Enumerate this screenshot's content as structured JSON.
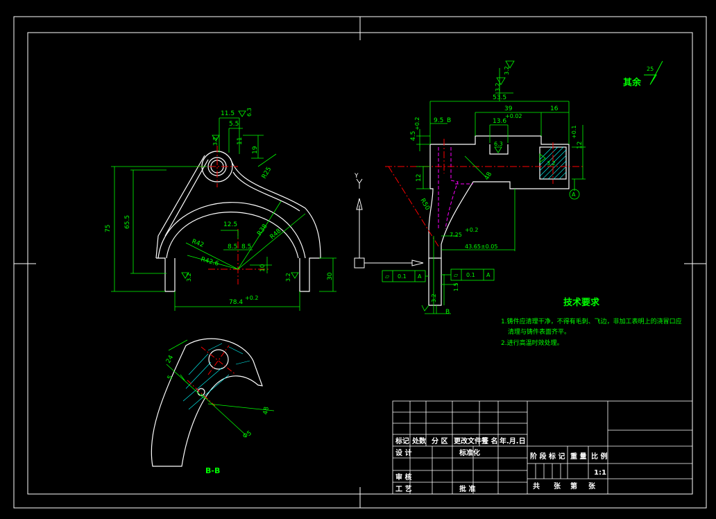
{
  "colors": {
    "background": "#000000",
    "outline": "#ffffff",
    "dimension": "#00ff00",
    "centerline": "#ff0000",
    "hidden": "#ff00ff",
    "hatch": "#00ffff"
  },
  "front_view": {
    "dims": {
      "d11_5": "11.5",
      "d5_5": "5.5",
      "d11": "11",
      "d19": "19",
      "d75": "75",
      "d65_5": "65.5",
      "r25": "R25",
      "d12_5": "12.5",
      "r42": "R42",
      "r42_6": "R42.6",
      "d8_5a": "8.5",
      "d8_5b": "8.5",
      "r38": "R38",
      "r48": "R48",
      "d10": "10",
      "d78_4": "78.4",
      "d78_4_tol": "+0.2",
      "d30": "30",
      "s3_2a": "3.2",
      "s3_2b": "3.2",
      "s3_2c": "3.2",
      "s6_3": "6.3"
    }
  },
  "side_view": {
    "dims": {
      "d53_5": "53.5",
      "d39": "39",
      "d16": "16",
      "d9_5": "9.5",
      "d13_6": "13.6",
      "d13_6_tol": "+0.02",
      "d4_5": "4.5",
      "d4_5_tol": "+0.2",
      "d12": "12",
      "d48": "48",
      "d12_h": "12",
      "d12_h_tol": "+0.1",
      "r50": "R50",
      "d7_25": "7.25",
      "d7_25_tol": "+0.2",
      "d43_65": "43.65±0.05",
      "d1_5": "1.5",
      "s3_2a": "3.2",
      "s3_2b": "3.2",
      "s6_3": "6.3",
      "s3_2c": "3.2",
      "s3_2d": "3.2",
      "label_b_top": "B",
      "label_b_bottom": "B",
      "datum_a": "A"
    },
    "tol_left": {
      "value": "0.1",
      "datum": "A"
    },
    "tol_right": {
      "value": "0.1",
      "datum": "A"
    }
  },
  "axes": {
    "y_label": "Y"
  },
  "section_view": {
    "label": "B-B",
    "dims": {
      "d24": "24",
      "d48": "48",
      "d5": "5",
      "d8": "Φ5"
    }
  },
  "roughness_other": {
    "label": "其余",
    "value": "25"
  },
  "tech_requirements": {
    "title": "技术要求",
    "line1": "1.铸件应清理干净，不得有毛刺、飞边，非加工表明上的浇冒口应",
    "line2": "清理与铸件表面齐平。",
    "line3": "2.进行高温时效处理。"
  },
  "title_block": {
    "biaoji": "标记",
    "chushu": "处数",
    "fenqu": "分 区",
    "genggai": "更改文件号",
    "qianming": "签 名",
    "nianyueri": "年.月.日",
    "sheji": "设 计",
    "biaozhunhua": "标准化",
    "jieduan": "阶 段 标 记",
    "zhongliang": "重 量",
    "bili": "比 例",
    "bili_value": "1:1",
    "shenhe": "审 核",
    "gongyi": "工 艺",
    "pizhun": "批 准",
    "gong": "共",
    "zhang1": "张",
    "di": "第",
    "zhang2": "张"
  }
}
